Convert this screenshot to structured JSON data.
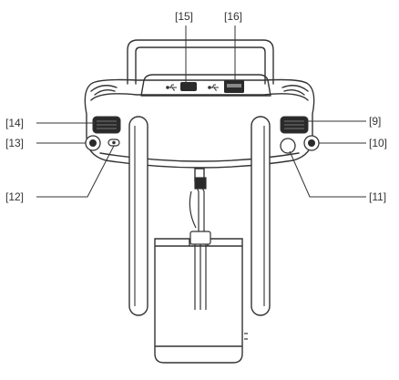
{
  "callouts": [
    {
      "id": "15",
      "label": "[15]"
    },
    {
      "id": "16",
      "label": "[16]"
    },
    {
      "id": "14",
      "label": "[14]"
    },
    {
      "id": "13",
      "label": "[13]"
    },
    {
      "id": "12",
      "label": "[12]"
    },
    {
      "id": "9",
      "label": "[9]"
    },
    {
      "id": "10",
      "label": "[10]"
    },
    {
      "id": "11",
      "label": "[11]"
    }
  ],
  "colors": {
    "line": "#333333",
    "body_fill": "#ffffff",
    "dark_fill": "#2a2a2a",
    "mid_fill": "#888888"
  }
}
